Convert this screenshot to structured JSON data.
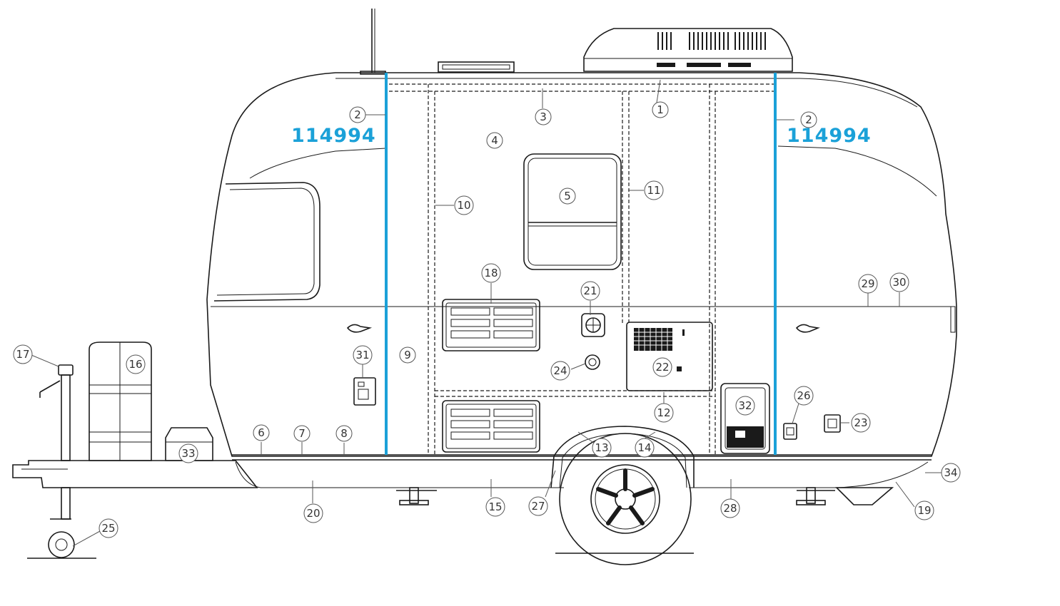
{
  "diagram": {
    "part_number_left": "114994",
    "part_number_right": "114994",
    "highlight_color": "#1ba1d8",
    "callouts": [
      "1",
      "2",
      "2",
      "3",
      "4",
      "5",
      "6",
      "7",
      "8",
      "9",
      "10",
      "11",
      "12",
      "13",
      "14",
      "15",
      "16",
      "17",
      "18",
      "19",
      "20",
      "21",
      "22",
      "23",
      "24",
      "25",
      "26",
      "27",
      "28",
      "29",
      "30",
      "31",
      "32",
      "33",
      "34"
    ]
  }
}
